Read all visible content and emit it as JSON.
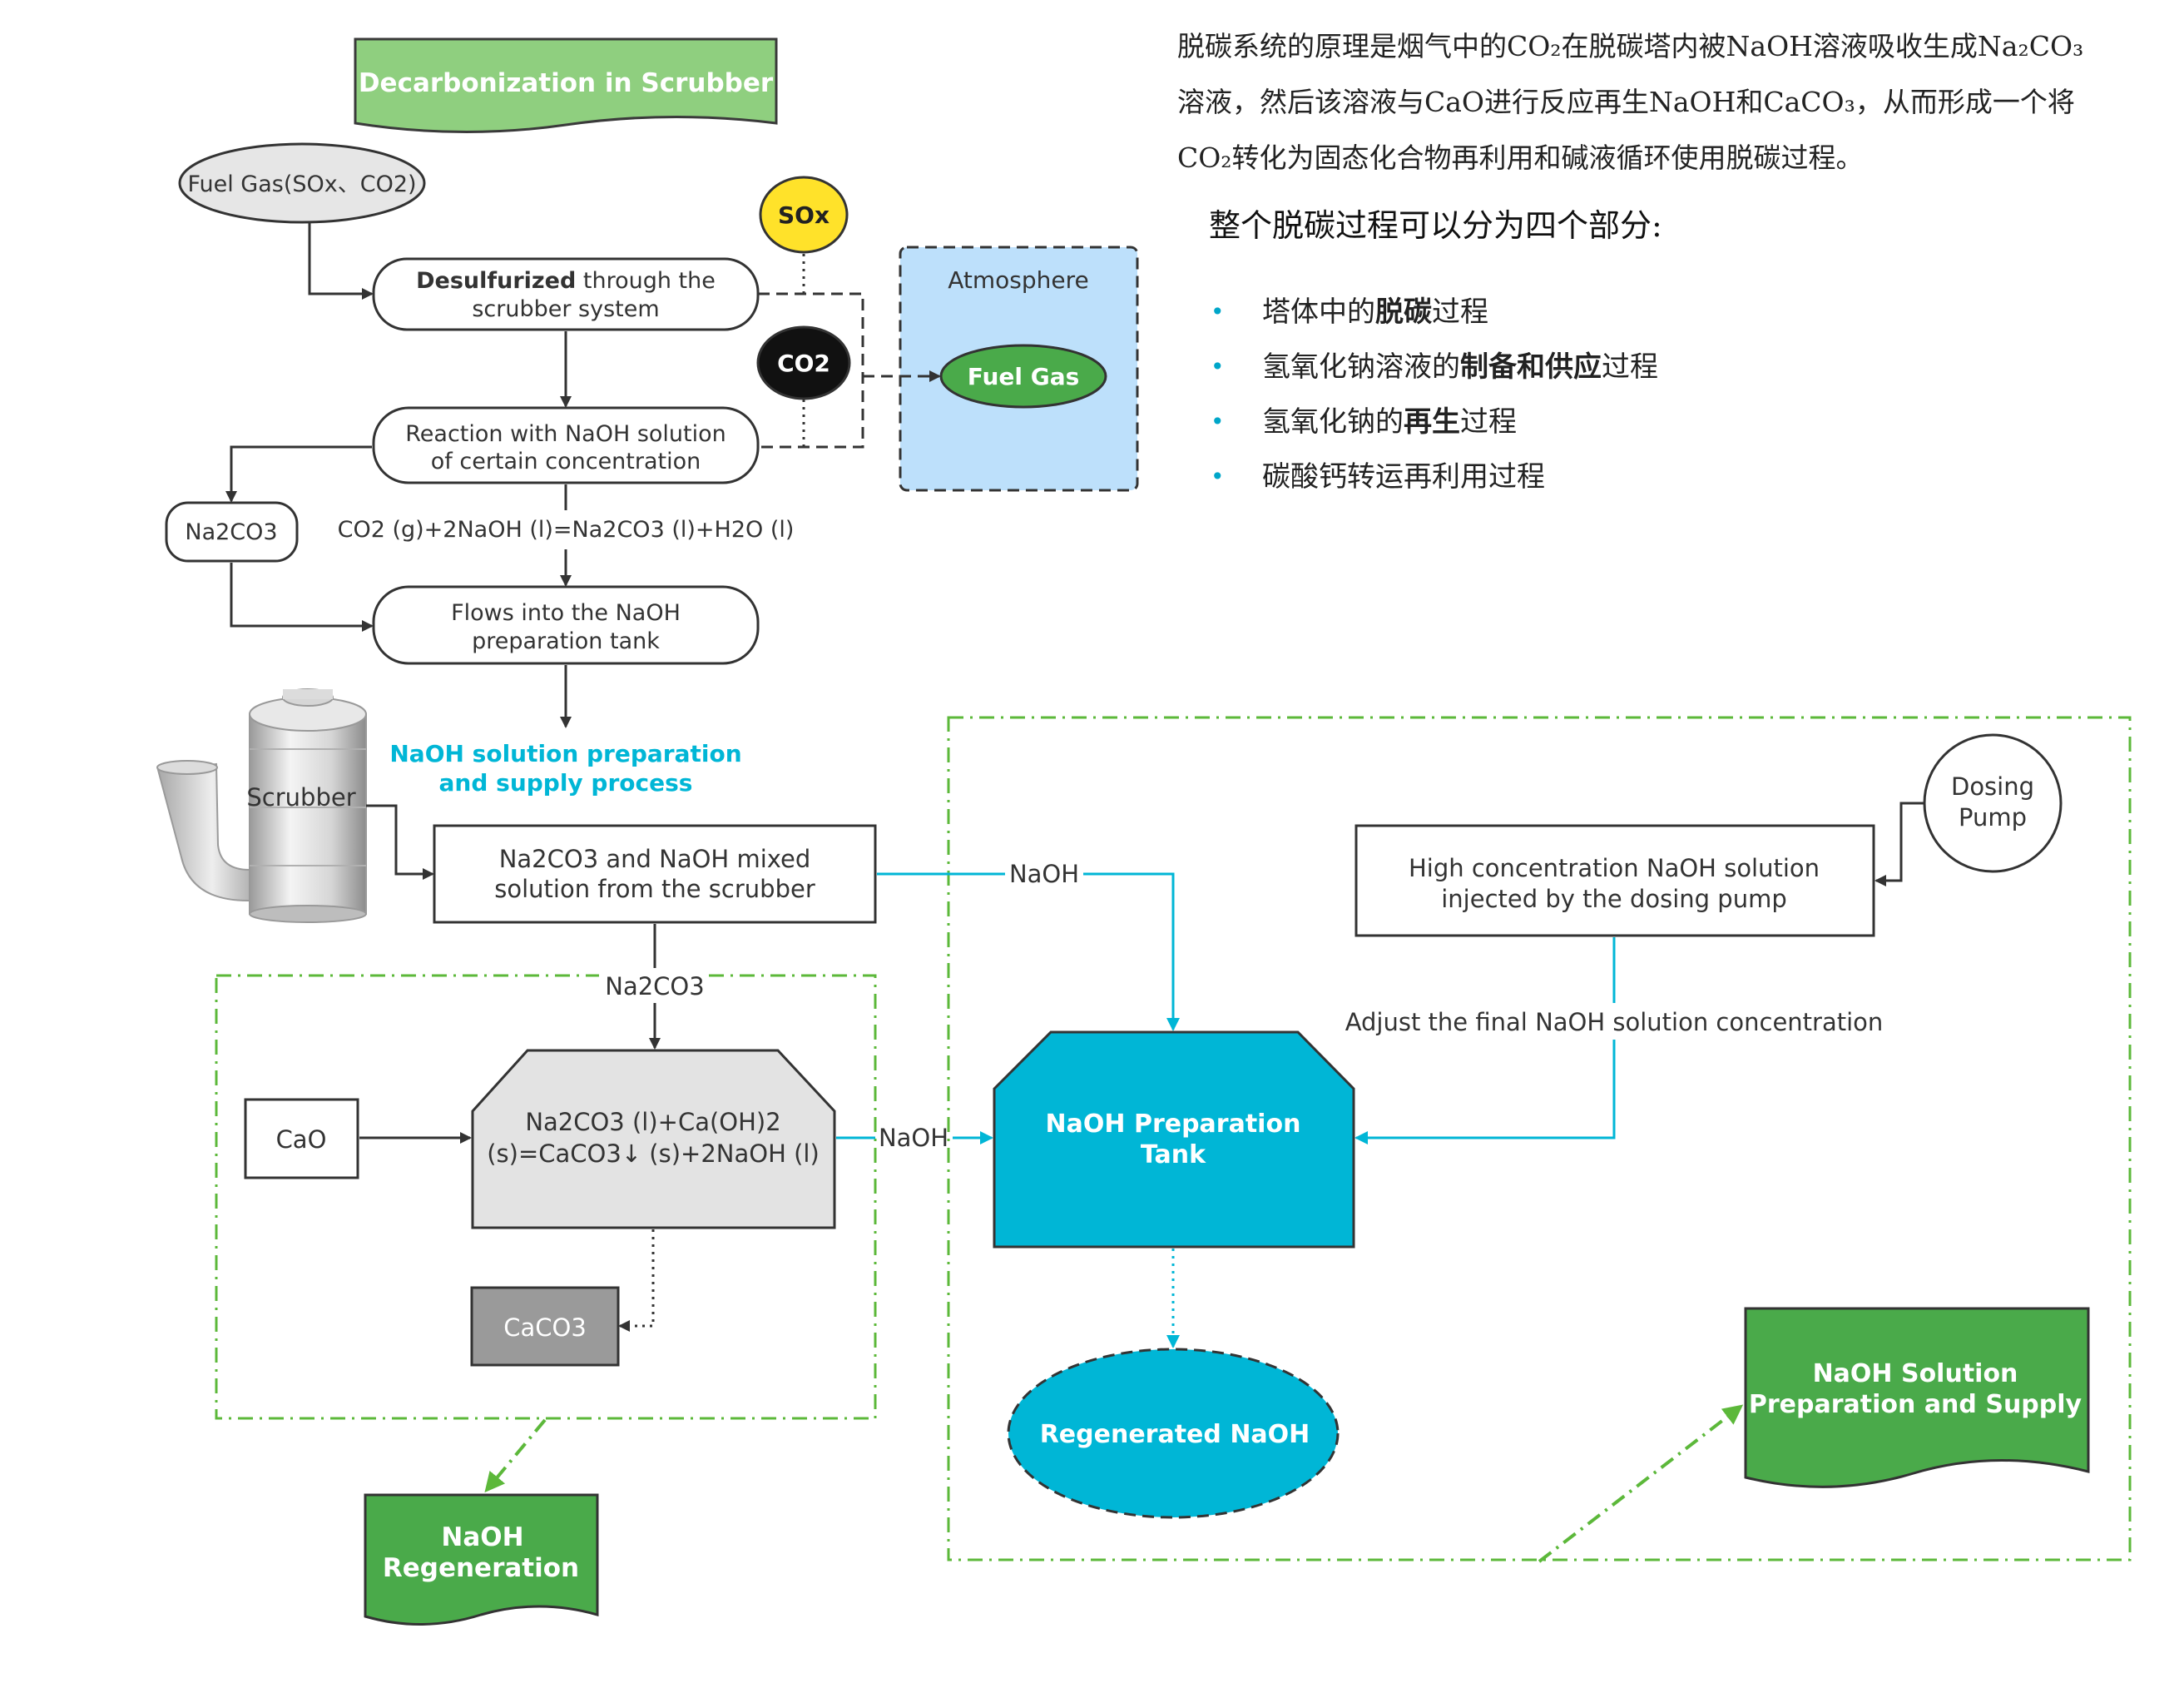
{
  "description": {
    "p1": "脱碳系统的原理是烟气中的CO₂在脱碳塔内被NaOH溶液吸收生成Na₂CO₃",
    "p2": "溶液，然后该溶液与CaO进行反应再生NaOH和CaCO₃，从而形成一个将",
    "p3": "CO₂转化为固态化合物再利用和碱液循环使用脱碳过程。",
    "summary_title": "整个脱碳过程可以分为四个部分:",
    "parts": [
      {
        "pre": "塔体中的",
        "bold": "脱碳",
        "post": "过程"
      },
      {
        "pre": "氢氧化钠溶液的",
        "bold": "制备和供应",
        "post": "过程"
      },
      {
        "pre": "氢氧化钠的",
        "bold": "再生",
        "post": "过程"
      },
      {
        "pre": "碳酸钙转运再利用过程",
        "bold": "",
        "post": ""
      }
    ]
  },
  "section1": {
    "title": "Decarbonization in Scrubber",
    "fuel_gas_input": "Fuel Gas(SOx、CO2)",
    "desulfurized_bold": "Desulfurized",
    "desulfurized_rest": " through the",
    "desulfurized_line2": "scrubber system",
    "reaction_line1": "Reaction with NaOH solution",
    "reaction_line2": "of certain concentration",
    "equation": "CO2 (g)+2NaOH (l)=Na2CO3 (l)+H2O (l)",
    "na2co3_side": "Na2CO3",
    "flows_line1": "Flows into the NaOH",
    "flows_line2": "preparation tank",
    "sox": "SOx",
    "co2": "CO2",
    "atmosphere": "Atmosphere",
    "fuel_gas_out": "Fuel Gas"
  },
  "section2": {
    "heading_line1": "NaOH solution preparation",
    "heading_line2": "and supply process",
    "scrubber_label": "Scrubber",
    "mixed_line1": "Na2CO3 and NaOH mixed",
    "mixed_line2": "solution from the scrubber",
    "naoh_top": "NaOH",
    "na2co3_down": "Na2CO3",
    "cao": "CaO",
    "reaction_line1": "Na2CO3 (l)+Ca(OH)2",
    "reaction_line2": "(s)=CaCO3↓ (s)+2NaOH (l)",
    "caco3": "CaCO3",
    "naoh_mid": "NaOH",
    "tank_line1": "NaOH Preparation",
    "tank_line2": "Tank",
    "regenerated": "Regenerated NaOH",
    "dosing_line1": "Dosing",
    "dosing_line2": "Pump",
    "high_conc_line1": "High concentration NaOH solution",
    "high_conc_line2": "injected by the dosing pump",
    "adjust": "Adjust the final NaOH solution concentration",
    "regen_doc_line1": "NaOH",
    "regen_doc_line2": "Regeneration",
    "supply_doc_line1": "NaOH Solution",
    "supply_doc_line2": "Preparation and Supply"
  },
  "colors": {
    "green": "#4aaa4a",
    "title_green": "#8fcf7f",
    "cyan": "#00b6d6",
    "atmosphere_blue": "#bde0fb",
    "sox_yellow": "#ffe22a",
    "dash_green": "#5cb83a"
  }
}
